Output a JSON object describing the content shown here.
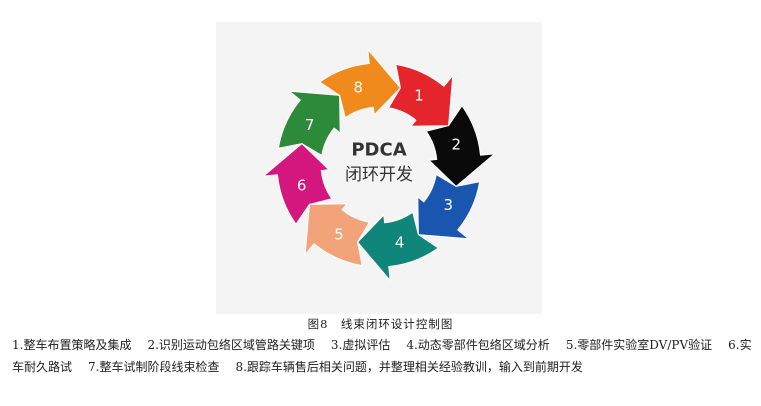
{
  "diagram": {
    "center_line1": "PDCA",
    "center_line2": "闭环开发",
    "steps": [
      {
        "label": "1",
        "color": "#e4262c"
      },
      {
        "label": "2",
        "color": "#0a0a0a"
      },
      {
        "label": "3",
        "color": "#1a55b0"
      },
      {
        "label": "4",
        "color": "#10857a"
      },
      {
        "label": "5",
        "color": "#f3a37a"
      },
      {
        "label": "6",
        "color": "#d4167f"
      },
      {
        "label": "7",
        "color": "#2d8a3a"
      },
      {
        "label": "8",
        "color": "#f08a1c"
      }
    ]
  },
  "caption": "图8　线束闭环设计控制图",
  "items": [
    "1.整车布置策略及集成",
    "2.识别运动包络区域管路关键项",
    "3.虚拟评估",
    "4.动态零部件包络区域分析",
    "5.零部件实验室DV/PV验证",
    "6.实车耐久路试",
    "7.整车试制阶段线束检查",
    "8.跟踪车辆售后相关问题，并整理相关经验教训，输入到前期开发"
  ]
}
